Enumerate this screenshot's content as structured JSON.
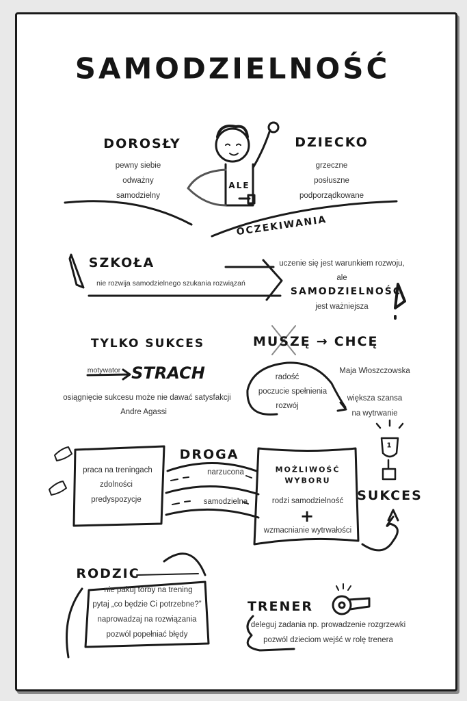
{
  "title": "SAMODZIELNOŚĆ",
  "expectations": {
    "adult": {
      "heading": "DOROSŁY",
      "traits": [
        "pewny siebie",
        "odważny",
        "samodzielny"
      ]
    },
    "child": {
      "heading": "DZIECKO",
      "traits": [
        "grzeczne",
        "posłuszne",
        "podporządkowane"
      ]
    },
    "shirt_label": "ALE",
    "caption": "OCZEKIWANIA"
  },
  "school": {
    "heading": "SZKOŁA",
    "note": "nie rozwija samodzielnego szukania rozwiązań",
    "conclusion": [
      "uczenie się jest warunkiem rozwoju,",
      "ale"
    ],
    "emphasis": "SAMODZIELNOŚĆ",
    "conclusion_end": "jest ważniejsza",
    "exclamation": "!"
  },
  "only_success": {
    "heading": "TYLKO SUKCES",
    "motivator_label": "motywator",
    "motivator": "STRACH",
    "note": "osiągnięcie sukcesu może nie dawać satysfakcji",
    "author": "Andre Agassi"
  },
  "must_want": {
    "from": "MUSZĘ",
    "arrow": "→",
    "to": "CHCĘ",
    "author": "Maja Włoszczowska",
    "benefits": [
      "radość",
      "poczucie spełnienia",
      "rozwój"
    ],
    "result": [
      "większa szansa",
      "na wytrwanie"
    ]
  },
  "path": {
    "start_items": [
      "praca na treningach",
      "zdolności",
      "predyspozycje"
    ],
    "road_label": "DROGA",
    "road_imposed": "narzucona",
    "road_independent": "samodzielna",
    "choice_heading": [
      "MOŻLIWOŚĆ",
      "WYBORU"
    ],
    "choice_items": [
      "rodzi samodzielność",
      "+",
      "wzmacnianie wytrwałości"
    ],
    "goal": "SUKCES",
    "trophy_number": "1"
  },
  "parent": {
    "heading": "RODZIC",
    "tips": [
      "nie pakuj torby na trening",
      "pytaj „co będzie Ci potrzebne?”",
      "naprowadzaj na rozwiązania",
      "pozwól popełniać błędy"
    ]
  },
  "coach": {
    "heading": "TRENER",
    "tips": [
      "deleguj zadania np. prowadzenie rozgrzewki",
      "pozwól dzieciom wejść w rolę trenera"
    ]
  }
}
